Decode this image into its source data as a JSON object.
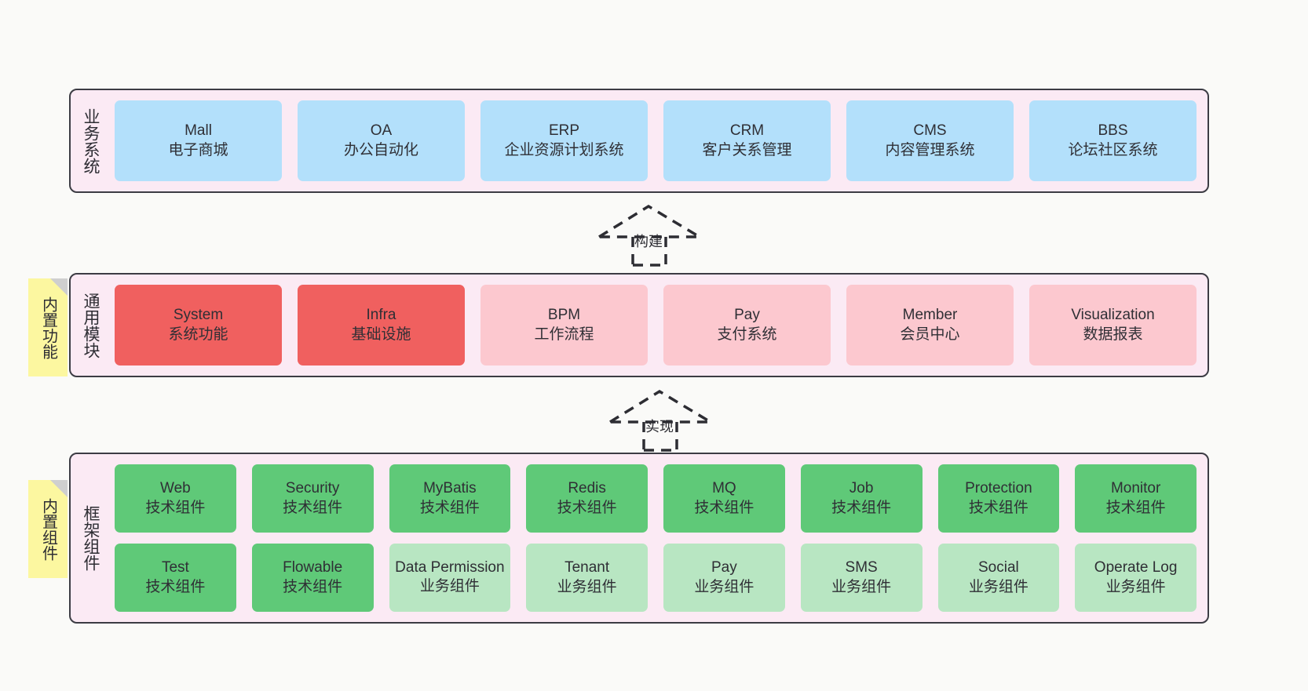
{
  "diagram": {
    "background": "#fafaf8",
    "layer_fill": "#fbeaf4",
    "layer_border": "#3c3c44",
    "colors": {
      "blue": "#b3e0fb",
      "red": "#f0605f",
      "pink": "#fcc8cf",
      "green": "#5fc978",
      "light_green": "#b8e6c2",
      "note_yellow": "#fcf7a0",
      "note_fold": "#cfcfcf"
    }
  },
  "layers": {
    "business": {
      "title": "业务系统",
      "nodes": [
        {
          "title": "Mall",
          "sub": "电子商城",
          "color": "blue"
        },
        {
          "title": "OA",
          "sub": "办公自动化",
          "color": "blue"
        },
        {
          "title": "ERP",
          "sub": "企业资源计划系统",
          "color": "blue"
        },
        {
          "title": "CRM",
          "sub": "客户关系管理",
          "color": "blue"
        },
        {
          "title": "CMS",
          "sub": "内容管理系统",
          "color": "blue"
        },
        {
          "title": "BBS",
          "sub": "论坛社区系统",
          "color": "blue"
        }
      ]
    },
    "common": {
      "title": "通用模块",
      "note": "内置功能",
      "nodes": [
        {
          "title": "System",
          "sub": "系统功能",
          "color": "red"
        },
        {
          "title": "Infra",
          "sub": "基础设施",
          "color": "red"
        },
        {
          "title": "BPM",
          "sub": "工作流程",
          "color": "pink"
        },
        {
          "title": "Pay",
          "sub": "支付系统",
          "color": "pink"
        },
        {
          "title": "Member",
          "sub": "会员中心",
          "color": "pink"
        },
        {
          "title": "Visualization",
          "sub": "数据报表",
          "color": "pink"
        }
      ]
    },
    "framework": {
      "title": "框架组件",
      "note": "内置组件",
      "row1": [
        {
          "title": "Web",
          "sub": "技术组件",
          "color": "green"
        },
        {
          "title": "Security",
          "sub": "技术组件",
          "color": "green"
        },
        {
          "title": "MyBatis",
          "sub": "技术组件",
          "color": "green"
        },
        {
          "title": "Redis",
          "sub": "技术组件",
          "color": "green"
        },
        {
          "title": "MQ",
          "sub": "技术组件",
          "color": "green"
        },
        {
          "title": "Job",
          "sub": "技术组件",
          "color": "green"
        },
        {
          "title": "Protection",
          "sub": "技术组件",
          "color": "green"
        },
        {
          "title": "Monitor",
          "sub": "技术组件",
          "color": "green"
        }
      ],
      "row2": [
        {
          "title": "Test",
          "sub": "技术组件",
          "color": "green"
        },
        {
          "title": "Flowable",
          "sub": "技术组件",
          "color": "green"
        },
        {
          "title": "Data Permission",
          "sub": "业务组件",
          "color": "light_green",
          "wrap": true
        },
        {
          "title": "Tenant",
          "sub": "业务组件",
          "color": "light_green"
        },
        {
          "title": "Pay",
          "sub": "业务组件",
          "color": "light_green"
        },
        {
          "title": "SMS",
          "sub": "业务组件",
          "color": "light_green"
        },
        {
          "title": "Social",
          "sub": "业务组件",
          "color": "light_green"
        },
        {
          "title": "Operate Log",
          "sub": "业务组件",
          "color": "light_green"
        }
      ]
    }
  },
  "arrows": {
    "build": {
      "label": "构建"
    },
    "implement": {
      "label": "实现"
    }
  }
}
